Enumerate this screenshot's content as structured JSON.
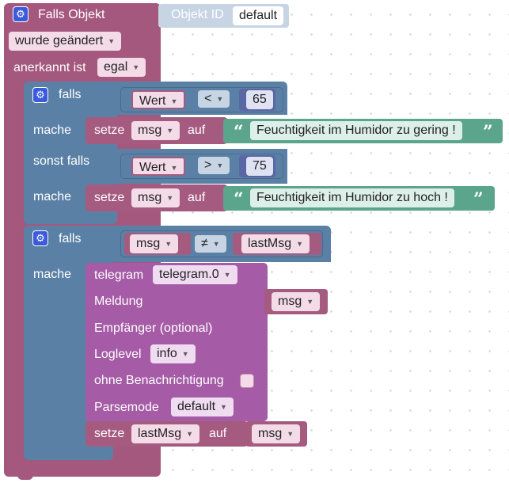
{
  "trigger": {
    "title": "Falls Objekt",
    "objekt_id_label": "Objekt ID",
    "objekt_id_value": "default",
    "changed_value": "wurde geändert",
    "ack_label": "anerkannt ist",
    "ack_value": "egal"
  },
  "if1": {
    "falls_label": "falls",
    "mache_label": "mache",
    "sonst_falls_label": "sonst falls",
    "cond1": {
      "left": "Wert",
      "op": "<",
      "right": "65"
    },
    "set1": {
      "setze": "setze",
      "var": "msg",
      "auf": "auf",
      "text": "Feuchtigkeit im Humidor zu gering !"
    },
    "cond2": {
      "left": "Wert",
      "op": ">",
      "right": "75"
    },
    "set2": {
      "setze": "setze",
      "var": "msg",
      "auf": "auf",
      "text": "Feuchtigkeit im Humidor zu hoch !"
    }
  },
  "if2": {
    "falls_label": "falls",
    "mache_label": "mache",
    "cond": {
      "left": "msg",
      "op": "≠",
      "right": "lastMsg"
    }
  },
  "telegram": {
    "label": "telegram",
    "instance": "telegram.0",
    "meldung_label": "Meldung",
    "meldung_value": "msg",
    "empfaenger_label": "Empfänger (optional)",
    "loglevel_label": "Loglevel",
    "loglevel_value": "info",
    "ohne_label": "ohne Benachrichtigung",
    "parsemode_label": "Parsemode",
    "parsemode_value": "default"
  },
  "set3": {
    "setze": "setze",
    "var": "lastMsg",
    "auf": "auf",
    "value": "msg"
  },
  "icons": {
    "gear": "⚙",
    "dropdown_arrow": "▾",
    "quote_open": "“",
    "quote_close": "”"
  },
  "colors": {
    "trigger": "#a5587e",
    "logic": "#5b80a5",
    "compare": "#5b80a5",
    "math": "#5b67a5",
    "text": "#5ba58c",
    "variable": "#a55b80",
    "telegram": "#a55ba5"
  }
}
